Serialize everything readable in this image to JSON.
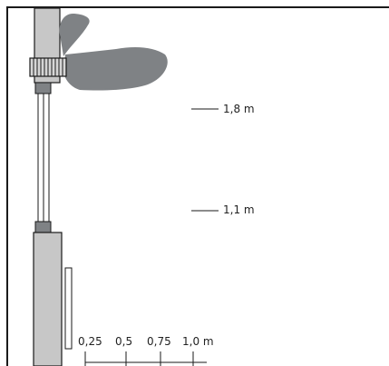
{
  "labels": {
    "height_upper": "1,8 m",
    "height_lower": "1,1 m"
  },
  "scale": {
    "ticks": [
      "0,25",
      "0,5",
      "0,75",
      "1,0 m"
    ]
  },
  "colors": {
    "frame": "#1a1a1a",
    "pole_fill": "#c7c7c7",
    "blade_fill": "#7f8285",
    "line": "#1a1a1a"
  }
}
